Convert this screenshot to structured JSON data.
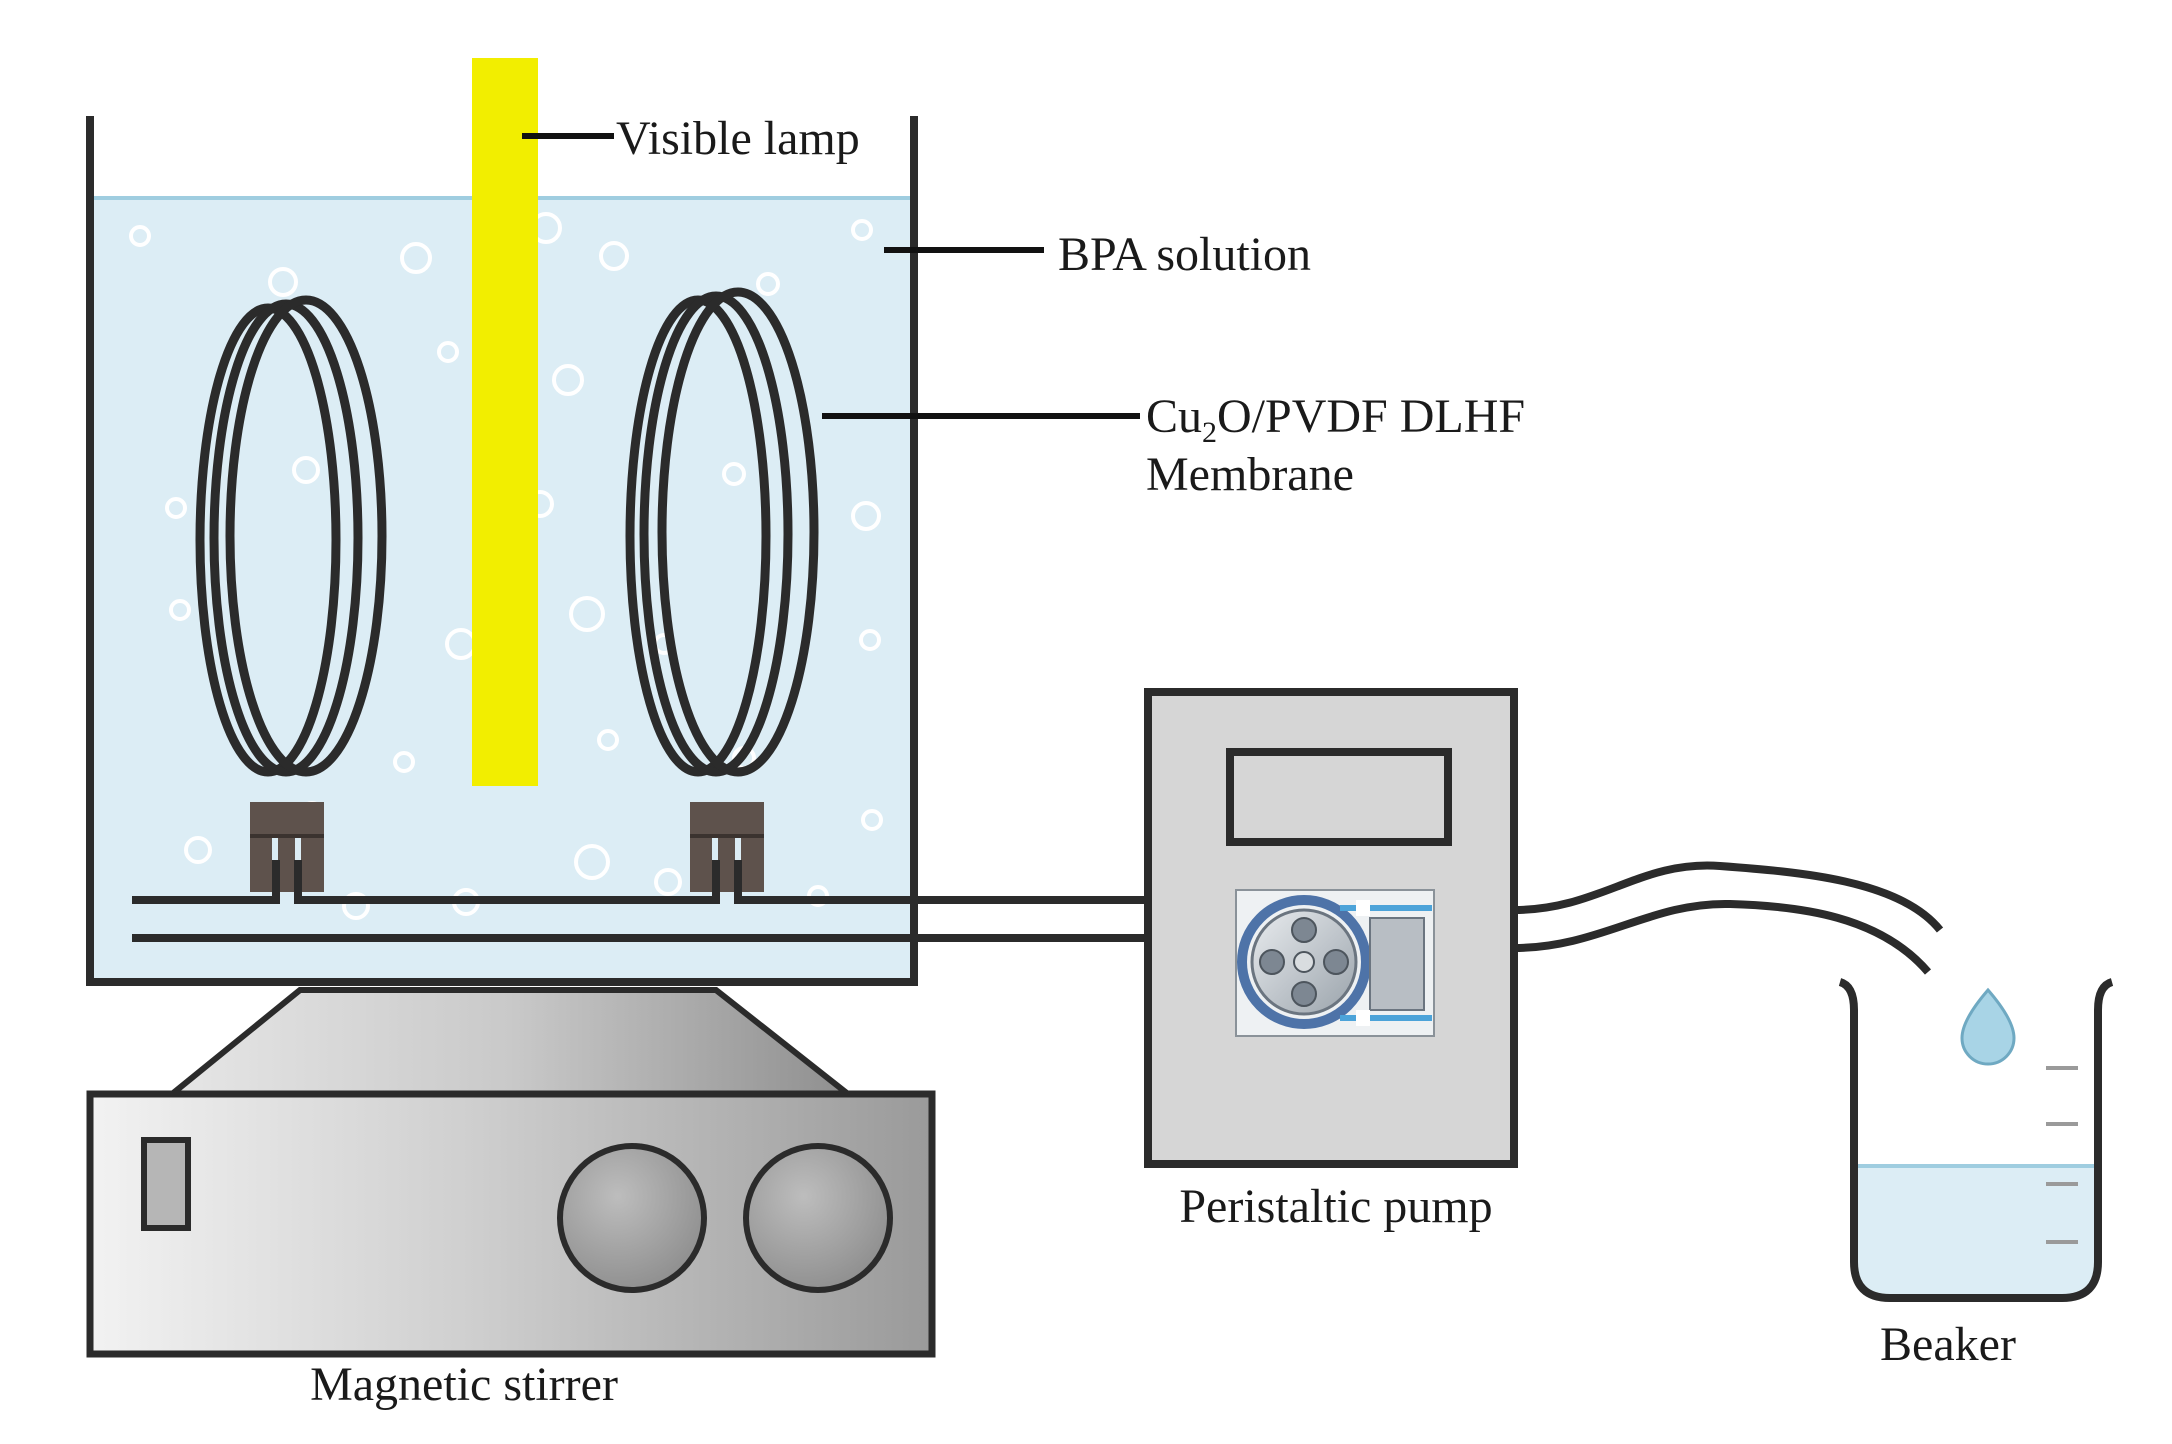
{
  "labels": {
    "visible_lamp": "Visible lamp",
    "bpa_solution": "BPA solution",
    "membrane_formula_main": "Cu",
    "membrane_formula_sub": "2",
    "membrane_formula_rest": "O/PVDF DLHF",
    "membrane_line2": "Membrane",
    "peristaltic_pump": "Peristaltic pump",
    "beaker": "Beaker",
    "magnetic_stirrer": "Magnetic stirrer"
  },
  "colors": {
    "solution": "#dcedf5",
    "solution_surface": "#9fcde0",
    "lamp": "#f2ee00",
    "outline": "#2b2b2b",
    "membrane": "#2b2b2b",
    "membrane_base": "#5e524c",
    "device_gray": "#d6d6d6"
  }
}
